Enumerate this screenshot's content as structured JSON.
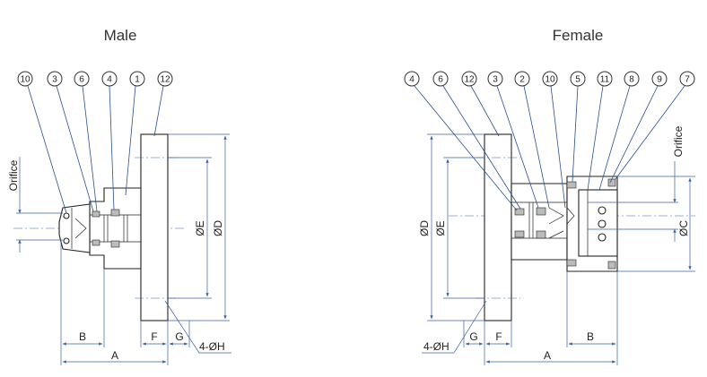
{
  "titles": {
    "male": "Male",
    "female": "Female"
  },
  "male": {
    "balloons": [
      "10",
      "3",
      "6",
      "4",
      "1",
      "12"
    ],
    "labels": {
      "orifice": "Orifice",
      "E": "ØE",
      "D": "ØD",
      "B": "B",
      "A": "A",
      "F": "F",
      "G": "G",
      "H": "4-ØH"
    }
  },
  "female": {
    "balloons": [
      "4",
      "6",
      "12",
      "3",
      "2",
      "10",
      "5",
      "11",
      "8",
      "9",
      "7"
    ],
    "labels": {
      "orifice": "Orifice",
      "C": "ØC",
      "D": "ØD",
      "E": "ØE",
      "B": "B",
      "A": "A",
      "F": "F",
      "G": "G",
      "H": "4-ØH"
    }
  }
}
